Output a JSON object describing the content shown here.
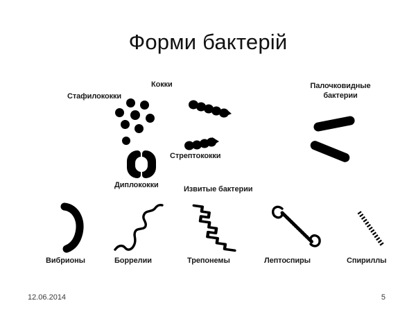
{
  "slide": {
    "title": "Форми бактерій",
    "background_color": "#ffffff",
    "ink_color": "#000000",
    "footer": {
      "date": "12.06.2014",
      "page_number": "5"
    }
  },
  "diagram": {
    "groups": [
      {
        "id": "cocci",
        "heading": "Кокки",
        "items": [
          {
            "id": "staphylococci",
            "label": "Стафилококки",
            "shape": "irregular-cluster-of-round-cells"
          },
          {
            "id": "streptococci",
            "label": "Стрептококки",
            "shape": "chain-of-round-cells"
          },
          {
            "id": "diplococci",
            "label": "Диплококки",
            "shape": "paired-bean-shaped-cells"
          }
        ]
      },
      {
        "id": "rods",
        "heading": "Палочковидные бактерии",
        "heading_line1": "Палочковидные",
        "heading_line2": "бактерии",
        "items": [
          {
            "id": "rod-1",
            "label": "",
            "shape": "thick-rod"
          },
          {
            "id": "rod-2",
            "label": "",
            "shape": "thick-rod"
          }
        ]
      },
      {
        "id": "spiral",
        "heading": "Извитые бактерии",
        "items": [
          {
            "id": "vibrio",
            "label": "Вибрионы",
            "shape": "comma-curved-rod"
          },
          {
            "id": "borrelia",
            "label": "Боррелии",
            "shape": "loose-irregular-wave"
          },
          {
            "id": "treponema",
            "label": "Трепонемы",
            "shape": "tight-regular-zigzag-spiral"
          },
          {
            "id": "leptospira",
            "label": "Лептоспиры",
            "shape": "coiled-strand-with-hooked-ends"
          },
          {
            "id": "spirilla",
            "label": "Спириллы",
            "shape": "short-tight-coil"
          }
        ]
      }
    ]
  }
}
